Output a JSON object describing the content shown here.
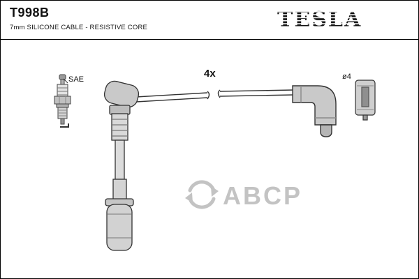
{
  "header": {
    "part_number": "T998B",
    "subtitle": "7mm SILICONE CABLE - RESISTIVE CORE",
    "brand": "TESLA"
  },
  "diagram": {
    "labels": {
      "plug_standard": "SAE",
      "quantity": "4x",
      "terminal_diameter": "ø4"
    },
    "parts": [
      "spark-plug",
      "straight-plug-boot-with-cable",
      "elbow-boot",
      "terminal-sleeve"
    ]
  },
  "watermark": {
    "text": "ABCP"
  },
  "colors": {
    "outline": "#333333",
    "fill_light": "#d9d9d9",
    "fill_mid": "#c6c6c6",
    "fill_dark": "#9a9a9a",
    "watermark": "#b5b5b5"
  }
}
